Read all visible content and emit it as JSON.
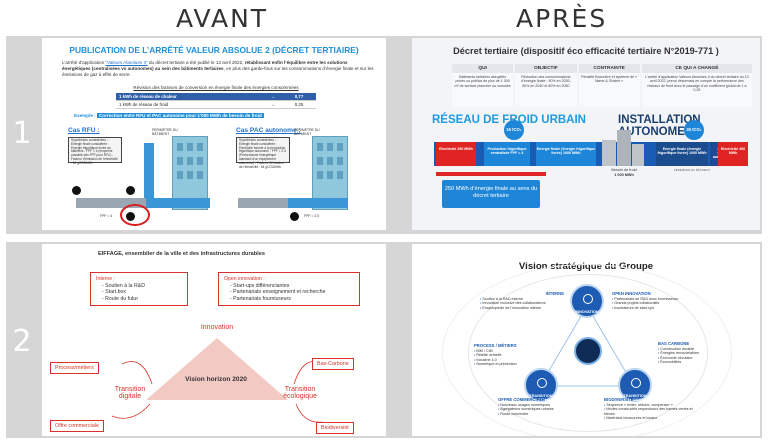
{
  "headers": {
    "avant": "AVANT",
    "apres": "APRÈS"
  },
  "rows": {
    "r1": "1",
    "r2": "2"
  },
  "slide1": {
    "title": "PUBLICATION DE L’ARRÊTÉ VALEUR ABSOLUE 2 (DÉCRET TERTIAIRE)",
    "intro_pre": "L’arrêté d’application ",
    "intro_link": "\"Valeurs Absolues II\"",
    "intro_mid": " du décret tertiaire a été publié le 13 avril 2022, ",
    "intro_bold": "rétablissant enfin l’équilibre entre les solutions énergétiques (centralisées vs autonomes) au sein des bâtiments tertiaires",
    "intro_post": ", en plus des garde-fous sur les consommations d’énergie finale et sur les émissions de gaz à effet de serre.",
    "revision_title": "Révision des facteurs de conversion en énergie finale des énergies consommées",
    "table": [
      {
        "label": "1 kWh de réseau de chaleur",
        "arrow": "→",
        "value": "0,77"
      },
      {
        "label": "1 kWh de réseau de froid",
        "arrow": "→",
        "value": "0,25"
      }
    ],
    "example_label": "Exemple : ",
    "example_text": "Correction entre RFU et PAC autonome pour 1'000 MWh de besoin de froid",
    "case1": "Cas RFU :",
    "case2": "Cas PAC autonome :",
    "box1": "Hypothèses considérées :\n- Energie finale considérée : Energie frigorifique livrée au bâtiment\n- FPF = 4 (moyenne possible des FPF pour RFU)\n- Facteur d'émission de l'électricité : 64 gCO2/kWh",
    "box2": "Hypothèses considérées :\n- Energie finale considérée : Electricité fournie à la production frigorifique autonome\n- FPF = 2,5 (Performance énergétique standard d'un équipement autonome)\n- Facteur d'émission de l'électricité : 64 gCO2/kWh",
    "fpf1": "FPF = 4",
    "fpf2": "FPF = 2,5",
    "perimetre": "PÉRIMÈTRE DU BÂTIMENT"
  },
  "slide2": {
    "title": "Décret tertiaire (dispositif éco efficacité tertiaire N°2019-771 )",
    "cols": [
      {
        "h": "QUI",
        "b": "Bâtiments tertiaires assujettis privés ou publics de plus de 1 000 m² de surface plancher ou cumulée"
      },
      {
        "h": "OBJECTIF",
        "b": "Réduction des consommations d’énergie finale : 40% en 2030, 50% en 2040 et 60% en 2050"
      },
      {
        "h": "CONTRAINTE",
        "b": "Pénalité financière et système de « Name & Shame »"
      },
      {
        "h": "CE QUI A CHANGÉ",
        "b": "L’arrêté d’application Valeurs Absolues II du décret tertiaire du 13 avril 2022, prend désormais en compte la performance des réseaux de froid avec le passage d’un coefficient global de 1 à 0,25"
      }
    ],
    "left_title": "RÉSEAU DE FROID URBAIN",
    "right_title": "INSTALLATION AUTONOME",
    "a1": "Electricité 250 MWh",
    "a2": "Production frigorifique centralisée FPF = 4",
    "a3": "Energie finale (énergie frigorifique livrée) 1000 MWh",
    "a4": "Energie finale (énergie frigorifique livrée) 1000 MWh",
    "a5": "Production frigorifique autonome FPF = 2,5",
    "a6": "Electricité 400 MWh",
    "co2_1": "16 tCO₂",
    "co2_2": "26 tCO₂",
    "besoin": "Besoin de froid",
    "besoin_val": "1 000 MWh",
    "mwh": "250 MWh d’énergie finale au sens du décret tertiaire",
    "perimetre": "PÉRIMÈTRE DU BÂTIMENT"
  },
  "slide3": {
    "title": "EIFFAGE, ensemblier de la ville et des infrastructures durables",
    "interne_h": "Interne :",
    "interne": [
      "Soutien à la R&D",
      "Start.box",
      "Route du futur"
    ],
    "open_h": "Open innovation :",
    "open": [
      "Start-ups différenciantes",
      "Partenariats enseignement et recherche",
      "Partenariats fournisseurs"
    ],
    "innovation": "Innovation",
    "transition_digitale": "Transition digitale",
    "transition_ecologique": "Transition écologique",
    "vision": "Vision horizon 2020",
    "process": "Process/métiers",
    "bas_carbone": "Bas-Carbone",
    "offre": "Offre commerciale",
    "biodiversite": "Biodiversité"
  },
  "slide4": {
    "title": "Vision stratégique du Groupe",
    "hub_innovation": "INNOVATION",
    "hub_digital": "TRANSITION DIGITALE",
    "hub_eco": "TRANSITION ÉCOLOGIQUE",
    "interne_h": "INTERNE",
    "interne": [
      "Soutien à la R&D interne",
      "Innovation inclusive des collaborateurs",
      "Encyclopédie de l’innovation interne"
    ],
    "open_h": "OPEN INNOVATION",
    "open": [
      "Partenariats de R&D avec fournisseurs",
      "Grands projets collaboratifs",
      "Incubateurs de start-ups"
    ],
    "process_h": "PROCESS / MÉTIERS",
    "process": [
      "BIM / CIM",
      "Réalité virtuelle",
      "Industrie 4.0",
      "Numérique et prévention"
    ],
    "bas_h": "BAS CARBONE",
    "bas": [
      "Construction durable",
      "Énergies renouvelables",
      "Économie circulaire",
      "Écomobilités"
    ],
    "offre_h": "OFFRE COMMERCIALE",
    "offre": [
      "Nouveaux usages numériques",
      "Agrégateurs numériques urbains",
      "Route connectée"
    ],
    "bio_h": "BIODIVERSITÉ",
    "bio": [
      "Séquence « éviter, réduire, compenser »",
      "Modes constructifs respectueux des trames vertes et bleues",
      "Matériaux biosourcés et locaux"
    ]
  }
}
